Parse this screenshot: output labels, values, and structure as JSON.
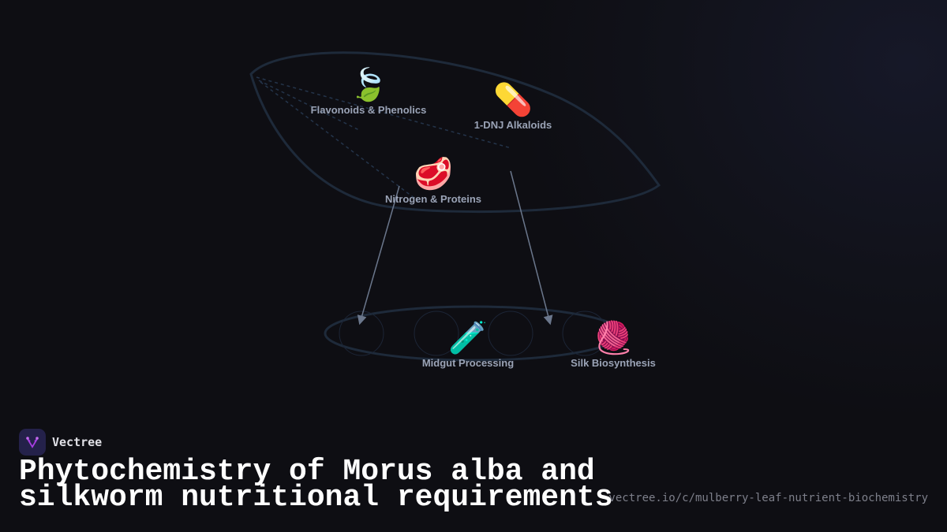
{
  "nodes": {
    "flavonoids": {
      "label": "Flavonoids & Phenolics",
      "icon": "🍃"
    },
    "alkaloids": {
      "label": "1-DNJ Alkaloids",
      "icon": "💊"
    },
    "nitrogen": {
      "label": "Nitrogen & Proteins",
      "icon": "🥩"
    },
    "midgut": {
      "label": "Midgut Processing",
      "icon": "🧪"
    },
    "silk": {
      "label": "Silk Biosynthesis",
      "icon": "🧶"
    }
  },
  "brand": {
    "name": "Vectree"
  },
  "title": {
    "line1": "Phytochemistry of Morus alba and",
    "line2": "silkworm nutritional requirements"
  },
  "url": "vectree.io/c/mulberry-leaf-nutrient-biochemistry",
  "colors": {
    "outline": "#1e2a3a",
    "arrow": "#6b778c",
    "label": "#9aa3b6",
    "logo_accent": "#a63ee0"
  }
}
